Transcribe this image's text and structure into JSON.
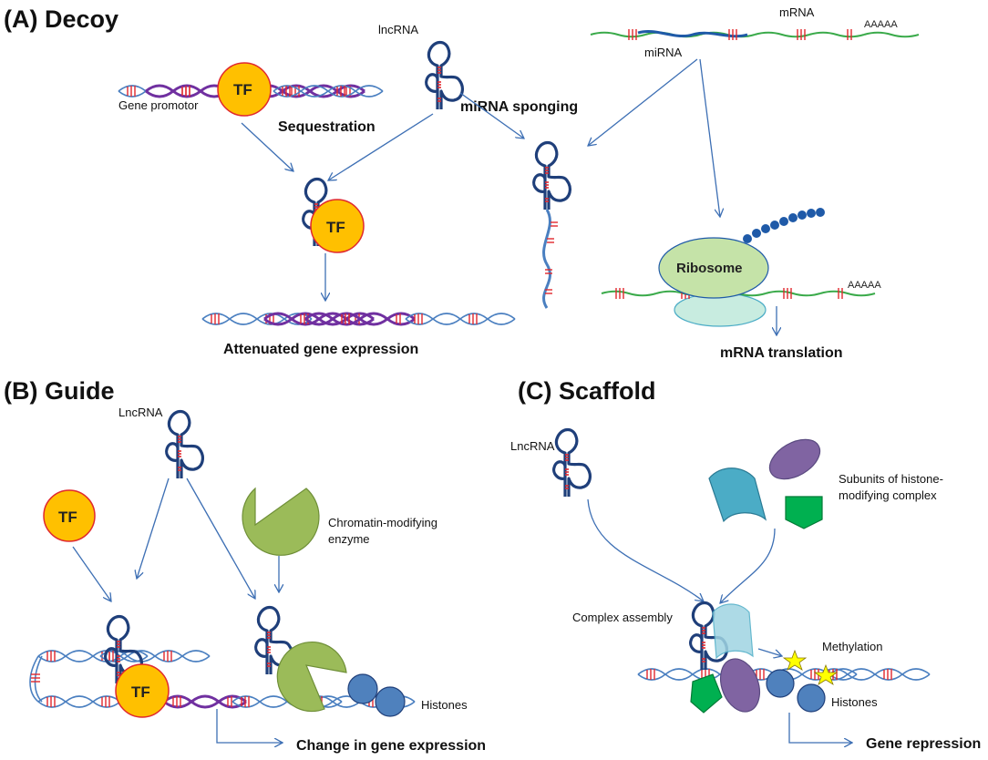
{
  "panels": {
    "a": {
      "title": "(A) Decoy",
      "lncrna": "lncRNA",
      "gene_promotor": "Gene promotor",
      "tf": "TF",
      "sequestration": "Sequestration",
      "mirna_sponging": "miRNA sponging",
      "mrna": "mRNA",
      "mirna": "miRNA",
      "ribosome": "Ribosome",
      "attenuated": "Attenuated gene expression",
      "translation": "mRNA translation"
    },
    "b": {
      "title": "(B) Guide",
      "lncrna": "LncRNA",
      "tf": "TF",
      "enzyme_line1": "Chromatin-modifying",
      "enzyme_line2": "enzyme",
      "histones": "Histones",
      "change": "Change in gene expression"
    },
    "c": {
      "title": "(C) Scaffold",
      "lncrna": "LncRNA",
      "subunits_line1": "Subunits of histone-",
      "subunits_line2": "modifying complex",
      "complex": "Complex assembly",
      "methylation": "Methylation",
      "histones": "Histones",
      "repression": "Gene repression"
    }
  },
  "colors": {
    "rna": "#1f3f7a",
    "strand": "#4a7fc0",
    "promoter": "#7030a0",
    "rung": "#e0282e",
    "tf_fill": "#ffc000",
    "tf_stroke": "#e0282e",
    "ribosome": "#c5e3a8",
    "ribosome_small": "#c8ece0",
    "mrna": "#3aaa4a",
    "enzyme": "#9bbb59",
    "histone": "#4f81bd",
    "cylinder": "#4bacc6",
    "purple_subunit": "#8064a2",
    "green_subunit": "#00b050",
    "star": "#ffff00"
  }
}
